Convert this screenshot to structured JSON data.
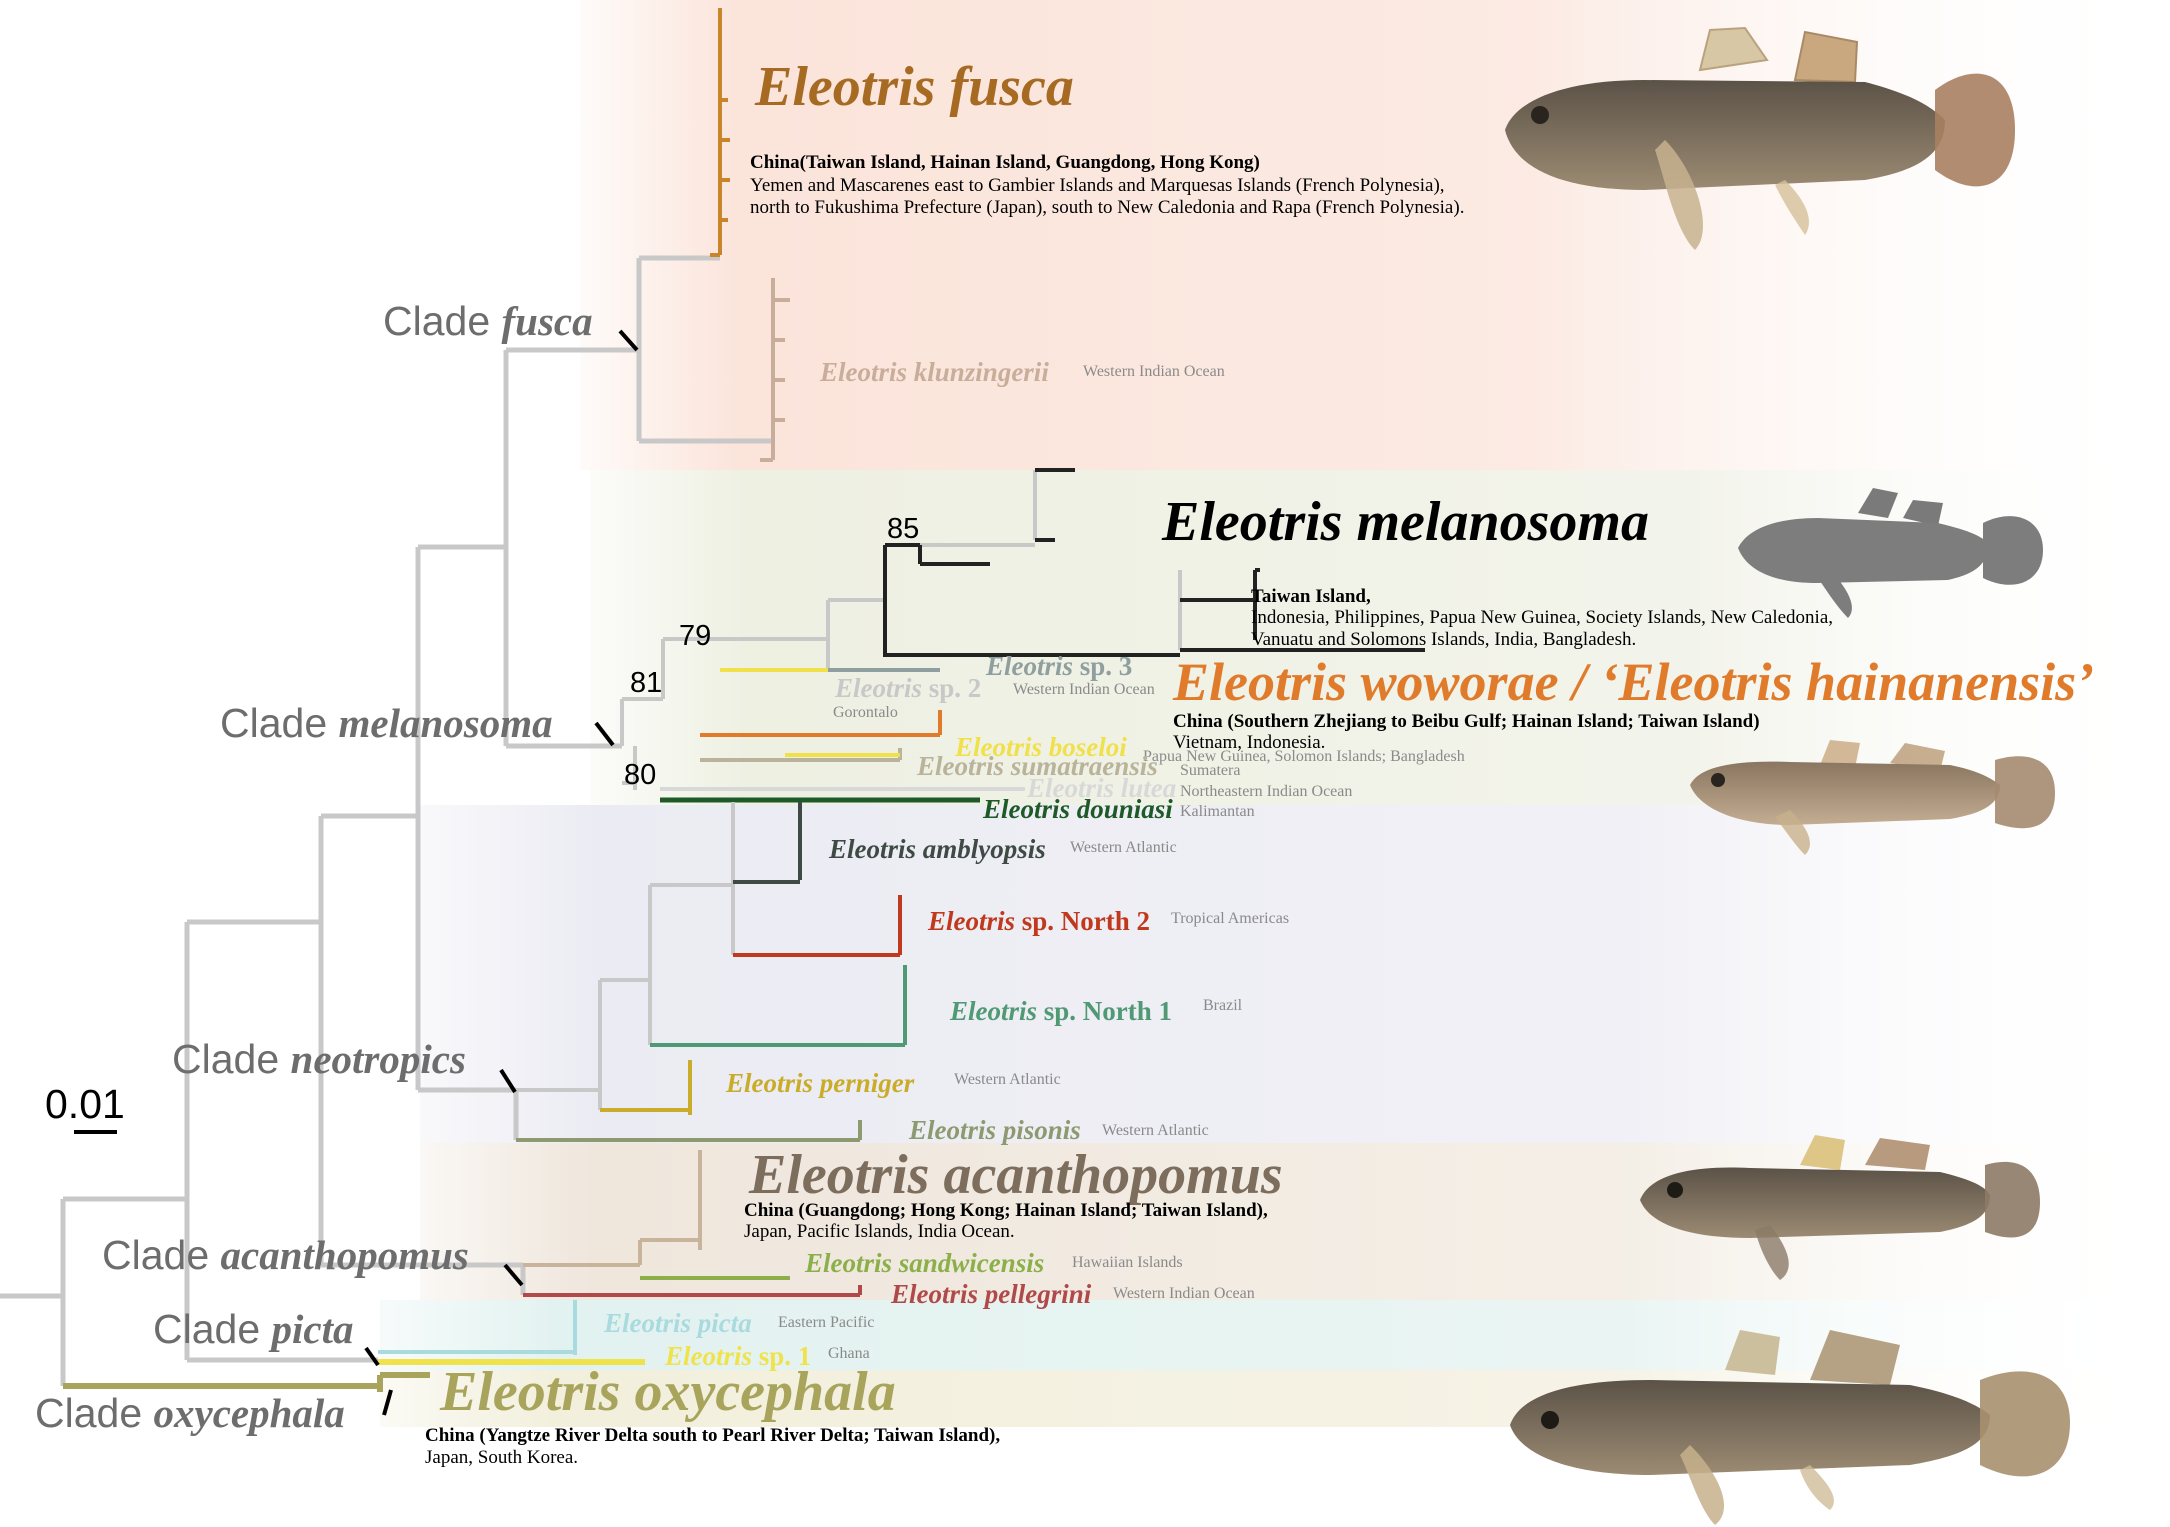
{
  "colors": {
    "backbone": "#c8c8c8",
    "fusca": "#c9852b",
    "klunzingerii": "#c9ad9b",
    "melanosoma": "#222222",
    "sp3": "#8f9e9e",
    "sp2": "#c8c8c8",
    "woworae": "#e07b2c",
    "boseloi": "#f0e04a",
    "sumatraensis": "#b8b39a",
    "lutea": "#d8d8d8",
    "douniasi": "#1e5a28",
    "amblyopsis": "#3f4a44",
    "north2": "#c0391c",
    "north1": "#4f9a74",
    "perniger": "#c9ad2a",
    "pisonis": "#8d9a70",
    "acanthopomus": "#c8b49c",
    "sandwicensis": "#8bb04a",
    "pellegrini": "#b04a4a",
    "picta": "#a9dade",
    "sp1": "#f0e24a",
    "oxycephala": "#a8a45c"
  },
  "scale_bar": {
    "label": "0.01"
  },
  "clades": [
    {
      "prefix": "Clade ",
      "name": "fusca"
    },
    {
      "prefix": "Clade ",
      "name": "melanosoma"
    },
    {
      "prefix": "Clade ",
      "name": "neotropics"
    },
    {
      "prefix": "Clade ",
      "name": "acanthopomus"
    },
    {
      "prefix": "Clade ",
      "name": "picta"
    },
    {
      "prefix": "Clade ",
      "name": "oxycephala"
    }
  ],
  "bootstrap": [
    "85",
    "79",
    "81",
    "80"
  ],
  "species": {
    "fusca": {
      "name": "Eleotris fusca",
      "range_bold": "China(Taiwan Island, Hainan Island, Guangdong, Hong Kong)",
      "range_line1": "Yemen and Mascarenes east to Gambier Islands and Marquesas Islands (French Polynesia),",
      "range_line2": "north to Fukushima Prefecture (Japan), south to New Caledonia and Rapa (French Polynesia)."
    },
    "klunzingerii": {
      "name": "Eleotris klunzingerii",
      "dist": "Western Indian Ocean"
    },
    "melanosoma": {
      "name": "Eleotris melanosoma",
      "range_bold": "Taiwan Island,",
      "range_line1": "Indonesia, Philippines, Papua New Guinea, Society Islands, New Caledonia,",
      "range_line2": "Vanuatu and Solomons Islands, India, Bangladesh."
    },
    "sp3": {
      "genus": "Eleotris",
      "suffix": " sp. 3"
    },
    "sp2": {
      "genus": "Eleotris",
      "suffix": " sp. 2",
      "dist": "Western Indian Ocean",
      "dist2": "Gorontalo"
    },
    "woworae": {
      "name": "Eleotris woworae / ‘Eleotris hainanensis’",
      "range_bold": "China (Southern Zhejiang to Beibu Gulf; Hainan Island; Taiwan Island)",
      "range_line1": "Vietnam, Indonesia."
    },
    "boseloi": {
      "name": "Eleotris boseloi",
      "dist": "Papua New Guinea, Solomon Islands; Bangladesh"
    },
    "sumatraensis": {
      "name": "Eleotris sumatraensis",
      "dist": "Sumatera"
    },
    "lutea": {
      "name": "Eleotris lutea",
      "dist": "Northeastern Indian Ocean"
    },
    "douniasi": {
      "name": "Eleotris douniasi",
      "dist": "Kalimantan"
    },
    "amblyopsis": {
      "name": "Eleotris amblyopsis",
      "dist": "Western Atlantic"
    },
    "north2": {
      "genus": "Eleotris",
      "suffix": " sp. North 2",
      "dist": "Tropical Americas"
    },
    "north1": {
      "genus": "Eleotris",
      "suffix": " sp. North 1",
      "dist": "Brazil"
    },
    "perniger": {
      "name": "Eleotris perniger",
      "dist": "Western Atlantic"
    },
    "pisonis": {
      "name": "Eleotris pisonis",
      "dist": "Western Atlantic"
    },
    "acanthopomus": {
      "name": "Eleotris acanthopomus",
      "range_bold": "China (Guangdong; Hong Kong; Hainan Island; Taiwan Island),",
      "range_line1": "Japan, Pacific Islands, India Ocean."
    },
    "sandwicensis": {
      "name": "Eleotris sandwicensis",
      "dist": "Hawaiian Islands"
    },
    "pellegrini": {
      "name": "Eleotris pellegrini",
      "dist": "Western Indian Ocean"
    },
    "picta": {
      "name": "Eleotris picta",
      "dist": "Eastern Pacific"
    },
    "sp1": {
      "genus": "Eleotris",
      "suffix": " sp. 1",
      "dist": "Ghana"
    },
    "oxycephala": {
      "name": "Eleotris oxycephala",
      "range_bold": "China (Yangtze River Delta south to Pearl River Delta; Taiwan Island),",
      "range_line1": "Japan, South Korea."
    }
  }
}
